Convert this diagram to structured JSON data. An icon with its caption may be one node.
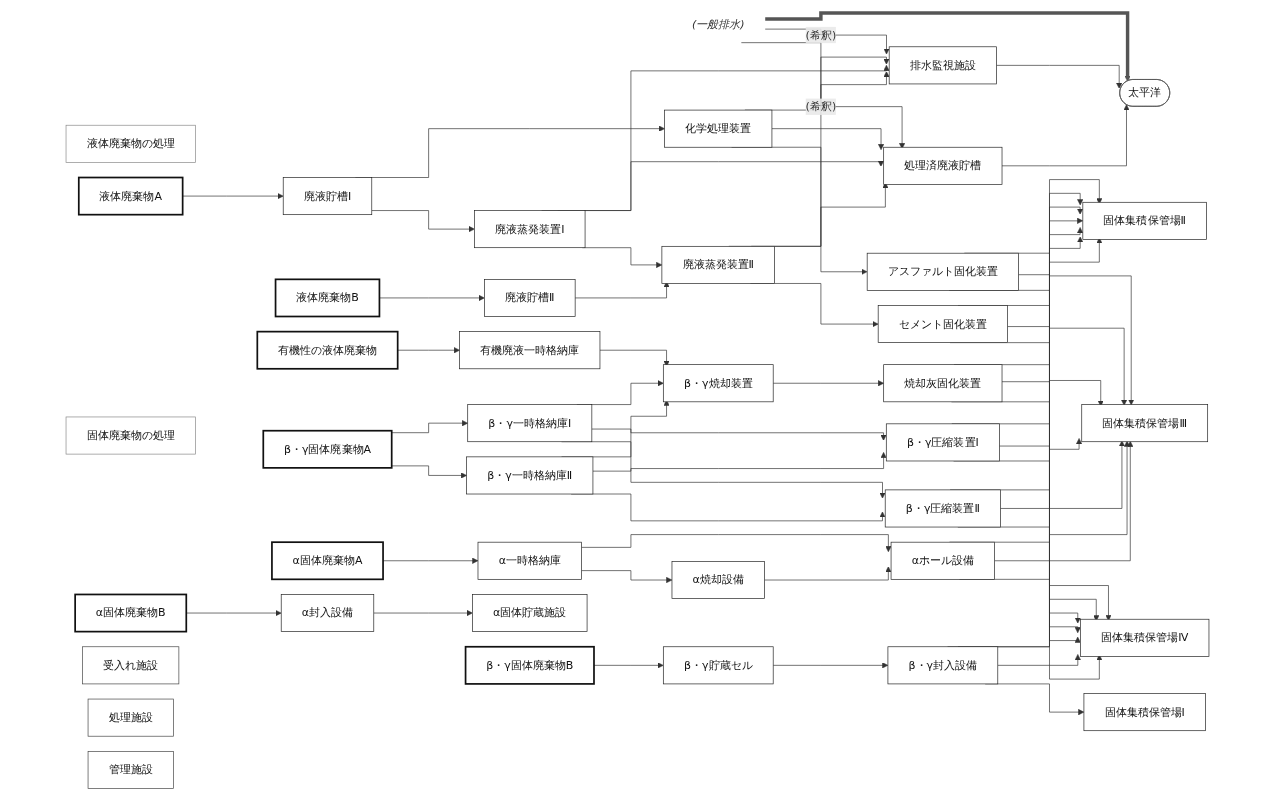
{
  "diagram": {
    "nodes": [
      {
        "text": [
          "(一般排水)"
        ]
      },
      {
        "text": [
          "太平洋"
        ]
      },
      {
        "text": [
          "液体廃棄物の処理"
        ]
      },
      {
        "text": [
          "液体廃棄物A"
        ]
      },
      {
        "text": [
          "廃液貯槽Ⅰ"
        ]
      },
      {
        "text": [
          "化学処理装置"
        ]
      },
      {
        "text": [
          "排水監視施設"
        ]
      },
      {
        "text": [
          "処理済廃液貯槽"
        ]
      },
      {
        "text": [
          "廃液蒸発装置Ⅰ"
        ]
      },
      {
        "text": [
          "アスファルト固化装置"
        ]
      },
      {
        "text": [
          "液体廃棄物B"
        ]
      },
      {
        "text": [
          "廃液貯槽Ⅱ"
        ]
      },
      {
        "text": [
          "廃液蒸発装置Ⅱ"
        ]
      },
      {
        "text": [
          "セメント固化装置"
        ]
      },
      {
        "text": [
          "固体集積保管場Ⅱ"
        ]
      },
      {
        "text": [
          "有機性の液体廃棄物"
        ]
      },
      {
        "text": [
          "有機廃液一時格納庫"
        ]
      },
      {
        "text": [
          "固体集積保管場Ⅲ"
        ]
      },
      {
        "text": [
          "固体廃棄物の処理"
        ]
      },
      {
        "text": [
          "β・γ固体廃棄物A"
        ]
      },
      {
        "text": [
          "β・γ一時格納庫Ⅰ"
        ]
      },
      {
        "text": [
          "β・γ焼却装置"
        ]
      },
      {
        "text": [
          "焼却灰固化装置"
        ]
      },
      {
        "text": [
          "β・γ一時格納庫Ⅱ"
        ]
      },
      {
        "text": [
          "β・γ圧縮装置Ⅰ"
        ]
      },
      {
        "text": [
          "固体集積保管場Ⅳ"
        ]
      },
      {
        "text": [
          "β・γ圧縮装置Ⅱ"
        ]
      },
      {
        "text": [
          "β・γ固体廃棄物B"
        ]
      },
      {
        "text": [
          "β・γ貯蔵セル"
        ]
      },
      {
        "text": [
          "β・γ封入設備"
        ]
      },
      {
        "text": [
          "固体集積保管場Ⅰ"
        ]
      },
      {
        "text": [
          "α固体廃棄物A"
        ]
      },
      {
        "text": [
          "α一時格納庫"
        ]
      },
      {
        "text": [
          "α焼却設備"
        ]
      },
      {
        "text": [
          "αホール設備"
        ]
      },
      {
        "text": [
          "α固体廃棄物B"
        ]
      },
      {
        "text": [
          "α封入設備"
        ]
      },
      {
        "text": [
          "α固体貯蔵施設"
        ]
      },
      {
        "text": [
          "受入れ施設"
        ]
      },
      {
        "text": [
          "処理施設"
        ]
      },
      {
        "text": [
          "管理施設"
        ]
      }
    ],
    "edges": [
      {
        "from": 0,
        "to": 1,
        "arrow": "to",
        "style": "thick",
        "color": "#555555"
      },
      {
        "from": 0,
        "to": 6,
        "arrow": "to",
        "label": "(希釈)"
      },
      {
        "from": 0,
        "to": 7,
        "arrow": "to",
        "label": "(希釈)"
      },
      {
        "from": 3,
        "to": 4,
        "arrow": "to"
      },
      {
        "from": 4,
        "to": 5,
        "arrow": "to"
      },
      {
        "from": 4,
        "to": 8,
        "arrow": "to"
      },
      {
        "from": 5,
        "to": 6,
        "arrow": "to"
      },
      {
        "from": 5,
        "to": 7,
        "arrow": "to"
      },
      {
        "from": 5,
        "to": 9,
        "arrow": "to"
      },
      {
        "from": 8,
        "to": 6,
        "arrow": "to"
      },
      {
        "from": 8,
        "to": 7,
        "arrow": "to"
      },
      {
        "from": 8,
        "to": 12,
        "arrow": "to"
      },
      {
        "from": 12,
        "to": 6,
        "arrow": "to"
      },
      {
        "from": 12,
        "to": 7,
        "arrow": "to"
      },
      {
        "from": 6,
        "to": 1,
        "arrow": "to"
      },
      {
        "from": 7,
        "to": 1,
        "arrow": "to"
      },
      {
        "from": 10,
        "to": 11,
        "arrow": "to"
      },
      {
        "from": 11,
        "to": 12,
        "arrow": "to"
      },
      {
        "from": 12,
        "to": 13,
        "arrow": "to"
      },
      {
        "from": 15,
        "to": 16,
        "arrow": "to"
      },
      {
        "from": 16,
        "to": 21,
        "arrow": "to"
      },
      {
        "from": 19,
        "to": 20,
        "arrow": "to"
      },
      {
        "from": 19,
        "to": 23,
        "arrow": "to"
      },
      {
        "from": 20,
        "to": 21,
        "arrow": "to"
      },
      {
        "from": 20,
        "to": 24,
        "arrow": "to"
      },
      {
        "from": 20,
        "to": 26,
        "arrow": "to"
      },
      {
        "from": 23,
        "to": 21,
        "arrow": "to"
      },
      {
        "from": 23,
        "to": 24,
        "arrow": "to"
      },
      {
        "from": 23,
        "to": 26,
        "arrow": "to"
      },
      {
        "from": 21,
        "to": 22,
        "arrow": "to"
      },
      {
        "from": 27,
        "to": 28,
        "arrow": "to"
      },
      {
        "from": 28,
        "to": 29,
        "arrow": "to"
      },
      {
        "from": 29,
        "to": 30,
        "arrow": "to"
      },
      {
        "from": 31,
        "to": 32,
        "arrow": "to"
      },
      {
        "from": 32,
        "to": 33,
        "arrow": "to"
      },
      {
        "from": 32,
        "to": 34,
        "arrow": "to"
      },
      {
        "from": 33,
        "to": 34,
        "arrow": "to"
      },
      {
        "from": 35,
        "to": 36,
        "arrow": "to"
      },
      {
        "from": 36,
        "to": 37,
        "arrow": "to"
      },
      {
        "from": 9,
        "to": 14,
        "arrow": "to"
      },
      {
        "from": 9,
        "to": 17,
        "arrow": "to"
      },
      {
        "from": 9,
        "to": 25,
        "arrow": "to"
      },
      {
        "from": 13,
        "to": 14,
        "arrow": "to"
      },
      {
        "from": 13,
        "to": 17,
        "arrow": "to"
      },
      {
        "from": 13,
        "to": 25,
        "arrow": "to"
      },
      {
        "from": 22,
        "to": 14,
        "arrow": "to"
      },
      {
        "from": 22,
        "to": 17,
        "arrow": "to"
      },
      {
        "from": 22,
        "to": 25,
        "arrow": "to"
      },
      {
        "from": 24,
        "to": 14,
        "arrow": "to"
      },
      {
        "from": 24,
        "to": 17,
        "arrow": "to"
      },
      {
        "from": 24,
        "to": 25,
        "arrow": "to"
      },
      {
        "from": 26,
        "to": 14,
        "arrow": "to"
      },
      {
        "from": 26,
        "to": 17,
        "arrow": "to"
      },
      {
        "from": 26,
        "to": 25,
        "arrow": "to"
      },
      {
        "from": 29,
        "to": 14,
        "arrow": "to"
      },
      {
        "from": 29,
        "to": 17,
        "arrow": "to"
      },
      {
        "from": 29,
        "to": 25,
        "arrow": "to"
      },
      {
        "from": 34,
        "to": 14,
        "arrow": "to"
      },
      {
        "from": 34,
        "to": 17,
        "arrow": "to"
      },
      {
        "from": 34,
        "to": 25,
        "arrow": "to"
      }
    ]
  }
}
